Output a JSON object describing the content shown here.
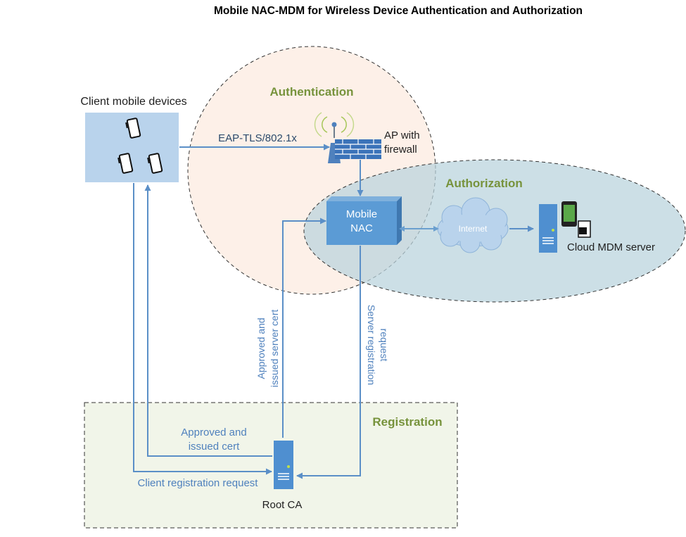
{
  "title": "Mobile NAC-MDM for Wireless Device Authentication and Authorization",
  "zones": {
    "authentication": "Authentication",
    "authorization": "Authorization",
    "registration": "Registration"
  },
  "nodes": {
    "client_devices": "Client mobile devices",
    "ap_line1": "AP with",
    "ap_line2": "firewall",
    "nac_line1": "Mobile",
    "nac_line2": "NAC",
    "internet": "Internet",
    "cloud_mdm": "Cloud MDM server",
    "root_ca": "Root CA"
  },
  "edges": {
    "eap": "EAP-TLS/802.1x",
    "approved_server_line1": "Approved and",
    "approved_server_line2": "issued server cert",
    "server_reg_line1": "Server registration",
    "server_reg_line2": "request",
    "approved_cert_line1": "Approved and",
    "approved_cert_line2": "issued cert",
    "client_reg": "Client registration request"
  },
  "colors": {
    "zone_label": "#77933c",
    "arrow": "#5b8fc7",
    "edge_label": "#4f81bd",
    "device_box": "#b9d3ec",
    "auth_fill": "#fdf0e8",
    "authz_fill": "#b9d2dd",
    "reg_fill": "#f1f5e9",
    "nac_fill": "#5b9bd5"
  }
}
